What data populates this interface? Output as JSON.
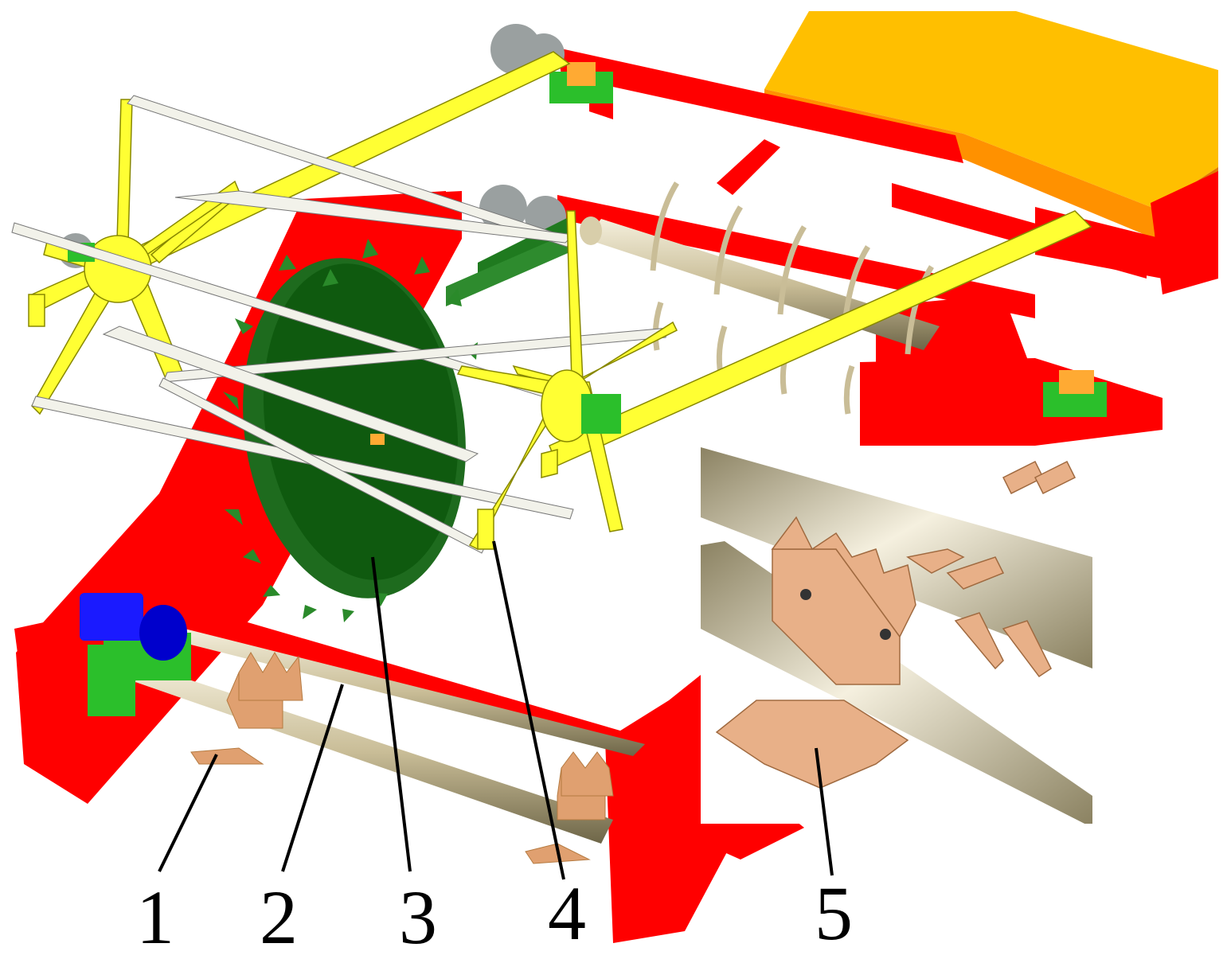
{
  "callouts": [
    {
      "id": "1",
      "label": "1"
    },
    {
      "id": "2",
      "label": "2"
    },
    {
      "id": "3",
      "label": "3"
    },
    {
      "id": "4",
      "label": "4"
    },
    {
      "id": "5",
      "label": "5"
    }
  ],
  "colors": {
    "frame": "#ff0000",
    "reel_arms": "#ffff33",
    "reel_bars": "#f2f2ea",
    "disc": "#1e6b1e",
    "bearing": "#2bbf2b",
    "roller": "#c8bd96",
    "blade": "#e0a070",
    "motor": "#1a1aff",
    "hopper": "#ffbf00",
    "hopper_side": "#ff8c00"
  }
}
